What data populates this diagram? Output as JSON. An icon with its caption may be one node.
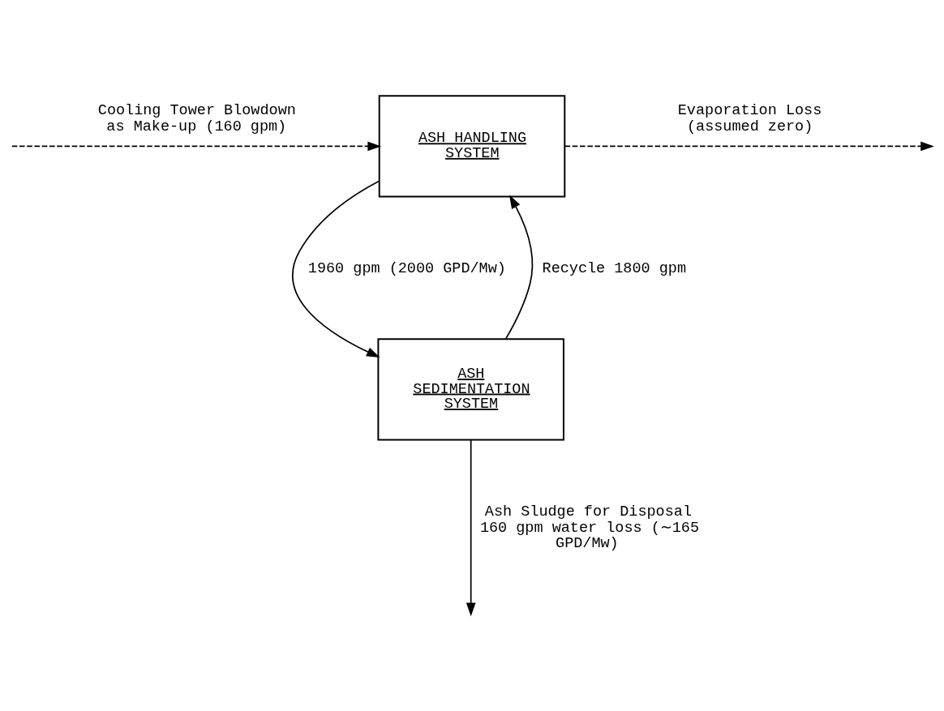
{
  "diagram": {
    "nodes": [
      {
        "text": [
          "ASH HANDLING SYSTEM"
        ]
      },
      {
        "text": [
          "ASH SEDIMENTATION SYSTEM"
        ]
      }
    ],
    "edges": [
      {
        "from": null,
        "to": 0,
        "arrow": "to",
        "style": "dashed",
        "label": "Cooling Tower Blowdown as Make-up (160 gpm)"
      },
      {
        "from": 0,
        "to": null,
        "arrow": "to",
        "style": "dashed",
        "label": "Evaporation Loss (assumed zero)"
      },
      {
        "from": 0,
        "to": 1,
        "arrow": "to",
        "label": "1960 gpm (2000 GPD/Mw)"
      },
      {
        "from": 1,
        "to": 0,
        "arrow": "to",
        "label": "Recycle 1800 gpm"
      },
      {
        "from": 1,
        "to": null,
        "arrow": "to",
        "label": "Ash Sludge for Disposal 160 gpm water loss (∼165 GPD/Mw)"
      }
    ]
  }
}
